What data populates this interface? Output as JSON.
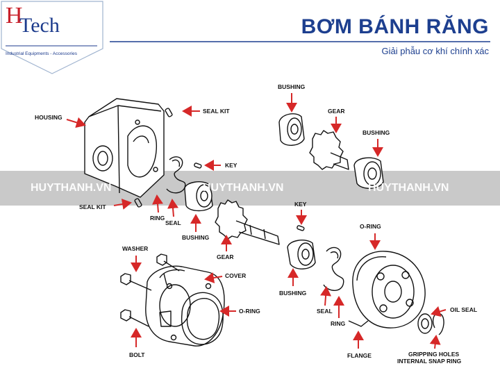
{
  "logo": {
    "h": "H",
    "tech": "Tech",
    "tagline": "Industrial Equipments - Accessories"
  },
  "header": {
    "title": "BƠM BÁNH RĂNG",
    "subtitle": "Giải phẫu cơ khí chính xác"
  },
  "watermark": {
    "left": "HUYTHANH.VN",
    "center": "HUYTHANH.VN",
    "right": "HUYTHANH.VN"
  },
  "labels": {
    "housing": "HOUSING",
    "seal_kit_top": "SEAL KIT",
    "seal_kit_left": "SEAL KIT",
    "key_center": "KEY",
    "ring_left": "RING",
    "seal_left": "SEAL",
    "bushing_center": "BUSHING",
    "gear_center": "GEAR",
    "bushing_top": "BUSHING",
    "gear_top": "GEAR",
    "bushing_right": "BUSHING",
    "key_right": "KEY",
    "o_ring_right": "O-RING",
    "bushing_lower": "BUSHING",
    "seal_lower": "SEAL",
    "ring_lower": "RING",
    "oil_seal": "OIL SEAL",
    "washer": "WASHER",
    "cover": "COVER",
    "o_ring_lower": "O-RING",
    "bolt": "BOLT",
    "flange": "FLANGE",
    "gripping_holes": "GRIPPING HOLES",
    "internal_snap_ring": "INTERNAL SNAP RING"
  },
  "colors": {
    "brand_blue": "#1d3f8f",
    "brand_red": "#c8202a",
    "arrow_red": "#d62828",
    "band_gray": "#bdbdbd"
  }
}
